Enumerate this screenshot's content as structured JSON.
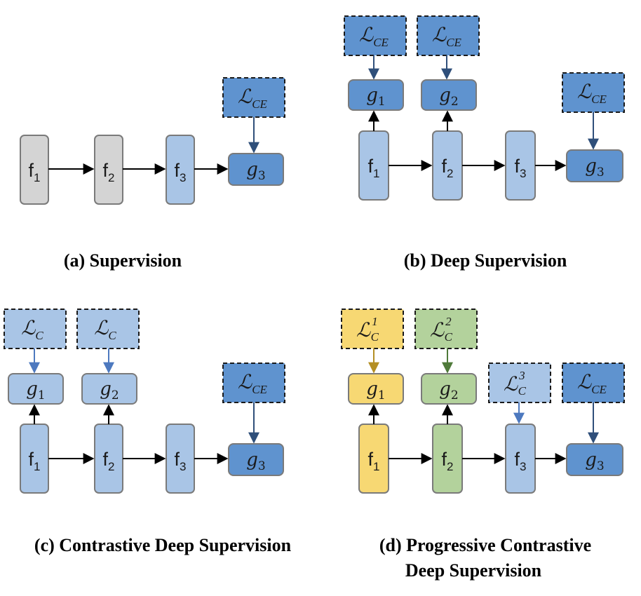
{
  "colors": {
    "gray": "#d4d4d4",
    "light_blue": "#a9c5e6",
    "dark_blue": "#5f93cf",
    "yellow": "#f7d873",
    "green": "#b3d29c",
    "stroke": "#7a7a7a",
    "arrow": "#000000",
    "blue_arrow": "#4d79bf",
    "dark_arrow": "#2f4f7a",
    "gold_arrow": "#b48f24",
    "green_arrow": "#4f7a3a"
  },
  "panels": [
    {
      "caption": "(a)  Supervision",
      "caption_line2": "",
      "f_blocks": [
        {
          "name": "f",
          "sub": "1",
          "fill": "gray"
        },
        {
          "name": "f",
          "sub": "2",
          "fill": "gray"
        },
        {
          "name": "f",
          "sub": "3",
          "fill": "light_blue"
        }
      ],
      "heads": [
        {
          "name": "g",
          "sub": "3",
          "sup": "",
          "fill": "dark_blue"
        }
      ],
      "losses": [
        {
          "sub": "CE",
          "sup": "",
          "fill": "dark_blue"
        }
      ]
    },
    {
      "caption": "(b) Deep Supervision",
      "caption_line2": "",
      "f_blocks": [
        {
          "name": "f",
          "sub": "1",
          "fill": "light_blue"
        },
        {
          "name": "f",
          "sub": "2",
          "fill": "light_blue"
        },
        {
          "name": "f",
          "sub": "3",
          "fill": "light_blue"
        }
      ],
      "heads": [
        {
          "name": "g",
          "sub": "1",
          "fill": "dark_blue"
        },
        {
          "name": "g",
          "sub": "2",
          "fill": "dark_blue"
        },
        {
          "name": "g",
          "sub": "3",
          "fill": "dark_blue"
        }
      ],
      "losses": [
        {
          "sub": "CE",
          "sup": "",
          "fill": "dark_blue"
        },
        {
          "sub": "CE",
          "sup": "",
          "fill": "dark_blue"
        },
        {
          "sub": "CE",
          "sup": "",
          "fill": "dark_blue"
        }
      ]
    },
    {
      "caption": "(c) Contrastive Deep Supervision",
      "caption_line2": "",
      "f_blocks": [
        {
          "name": "f",
          "sub": "1",
          "fill": "light_blue"
        },
        {
          "name": "f",
          "sub": "2",
          "fill": "light_blue"
        },
        {
          "name": "f",
          "sub": "3",
          "fill": "light_blue"
        }
      ],
      "heads": [
        {
          "name": "g",
          "sub": "1",
          "fill": "light_blue"
        },
        {
          "name": "g",
          "sub": "2",
          "fill": "light_blue"
        },
        {
          "name": "g",
          "sub": "3",
          "fill": "dark_blue"
        }
      ],
      "losses": [
        {
          "sub": "C",
          "sup": "",
          "fill": "light_blue"
        },
        {
          "sub": "C",
          "sup": "",
          "fill": "light_blue"
        },
        {
          "sub": "CE",
          "sup": "",
          "fill": "dark_blue"
        }
      ]
    },
    {
      "caption": "(d) Progressive Contrastive",
      "caption_line2": "Deep Supervision",
      "f_blocks": [
        {
          "name": "f",
          "sub": "1",
          "fill": "yellow"
        },
        {
          "name": "f",
          "sub": "2",
          "fill": "green"
        },
        {
          "name": "f",
          "sub": "3",
          "fill": "light_blue"
        }
      ],
      "heads": [
        {
          "name": "g",
          "sub": "1",
          "fill": "yellow"
        },
        {
          "name": "g",
          "sub": "2",
          "fill": "green"
        },
        {
          "name": "g",
          "sub": "3",
          "fill": "dark_blue"
        }
      ],
      "losses": [
        {
          "sub": "C",
          "sup": "1",
          "fill": "yellow"
        },
        {
          "sub": "C",
          "sup": "2",
          "fill": "green"
        },
        {
          "sub": "C",
          "sup": "3",
          "fill": "light_blue"
        },
        {
          "sub": "CE",
          "sup": "",
          "fill": "dark_blue"
        }
      ]
    }
  ]
}
